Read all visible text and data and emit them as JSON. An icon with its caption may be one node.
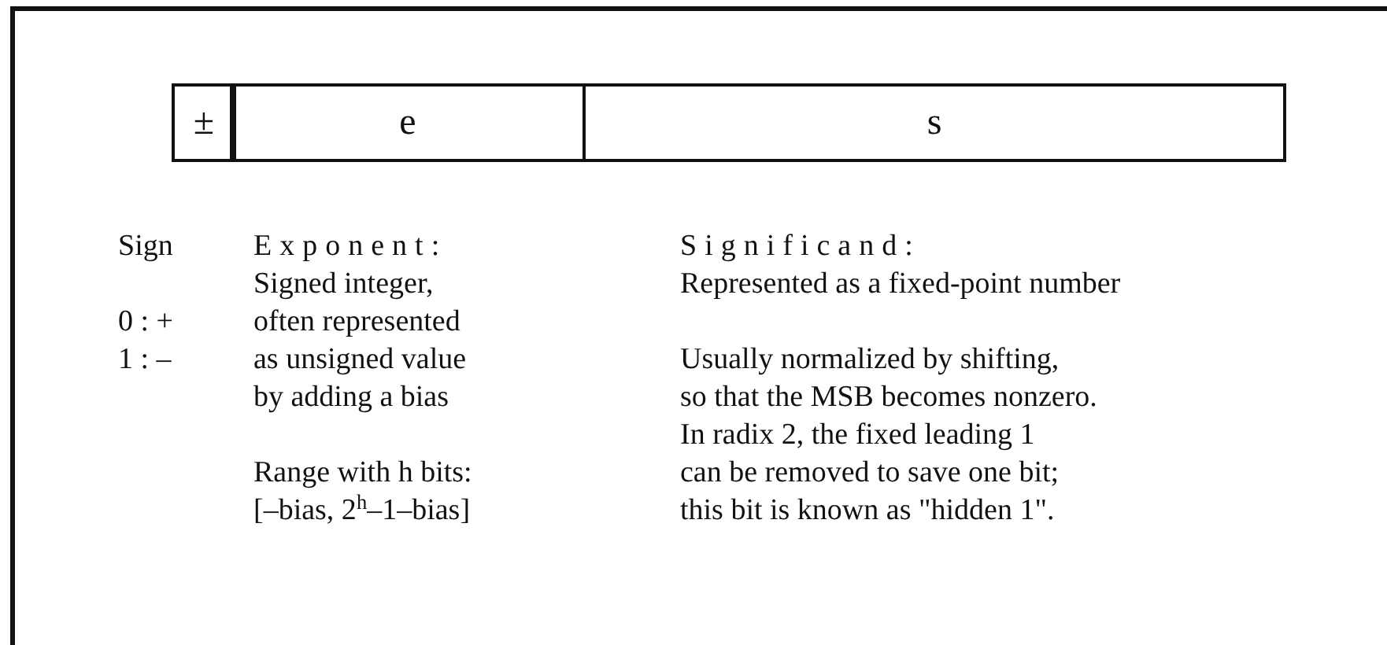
{
  "diagram": {
    "nodes": [
      {
        "text": [
          "±"
        ]
      },
      {
        "text": [
          "e"
        ]
      },
      {
        "text": [
          "s"
        ]
      }
    ],
    "labels": [
      "Sign",
      "Exponent:",
      "Significand:",
      "Signed integer,",
      "Represented as a fixed-point number",
      "0 : +",
      "often represented",
      "1 : –",
      "as unsigned value",
      "Usually normalized by shifting,",
      "by adding a bias",
      "so that the MSB becomes nonzero.",
      "In radix 2, the fixed leading 1",
      "Range with h bits:",
      "can be removed to save one bit;",
      "[–bias, 2$^{h}$–1–bias]",
      "this bit is known as \"hidden 1\"."
    ]
  }
}
